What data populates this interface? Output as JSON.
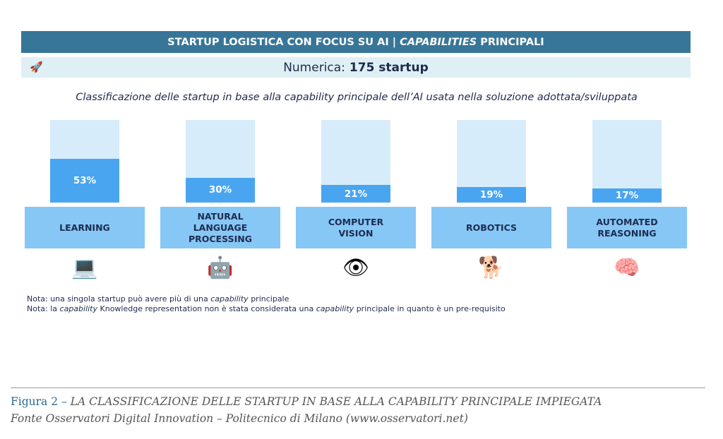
{
  "header": {
    "title_a": "STARTUP LOGISTICA CON FOCUS SU AI |",
    "title_b": "CAPABILITIES",
    "title_c": "PRINCIPALI"
  },
  "count": {
    "label": "Numerica:",
    "value": "175 startup"
  },
  "description": "Classificazione delle startup in base alla capability principale dell’AI usata nella soluzione adottata/sviluppata",
  "chart_data": {
    "type": "bar",
    "categories": [
      "LEARNING",
      "NATURAL\nLANGUAGE\nPROCESSING",
      "COMPUTER\nVISION",
      "ROBOTICS",
      "AUTOMATED\nREASONING"
    ],
    "values": [
      53,
      30,
      21,
      19,
      17
    ],
    "value_labels": [
      "53%",
      "30%",
      "21%",
      "19%",
      "17%"
    ],
    "ylim": [
      0,
      100
    ],
    "icons": [
      "learning-computer-icon",
      "chatbot-icon",
      "ai-eye-icon",
      "robot-dog-icon",
      "ai-brain-icon"
    ]
  },
  "notes": {
    "n1a": "Nota: una singola startup può avere più di una ",
    "n1b": "capability",
    "n1c": " principale",
    "n2a": "Nota: la ",
    "n2b": "capability",
    "n2c": " Knowledge representation non è stata considerata una ",
    "n2d": "capability",
    "n2e": " principale in quanto è un pre-requisito"
  },
  "caption": {
    "fig": "Figura 2 – ",
    "title": "LA CLASSIFICAZIONE DELLE STARTUP IN BASE ALLA CAPABILITY PRINCIPALE IMPIEGATA",
    "source": "Fonte Osservatori Digital Innovation – Politecnico di Milano (www.osservatori.net)"
  },
  "colors": {
    "header": "#377698",
    "bar": "#4aa5f1",
    "bar_bg": "#d7ecfb",
    "label": "#86c7f6"
  }
}
